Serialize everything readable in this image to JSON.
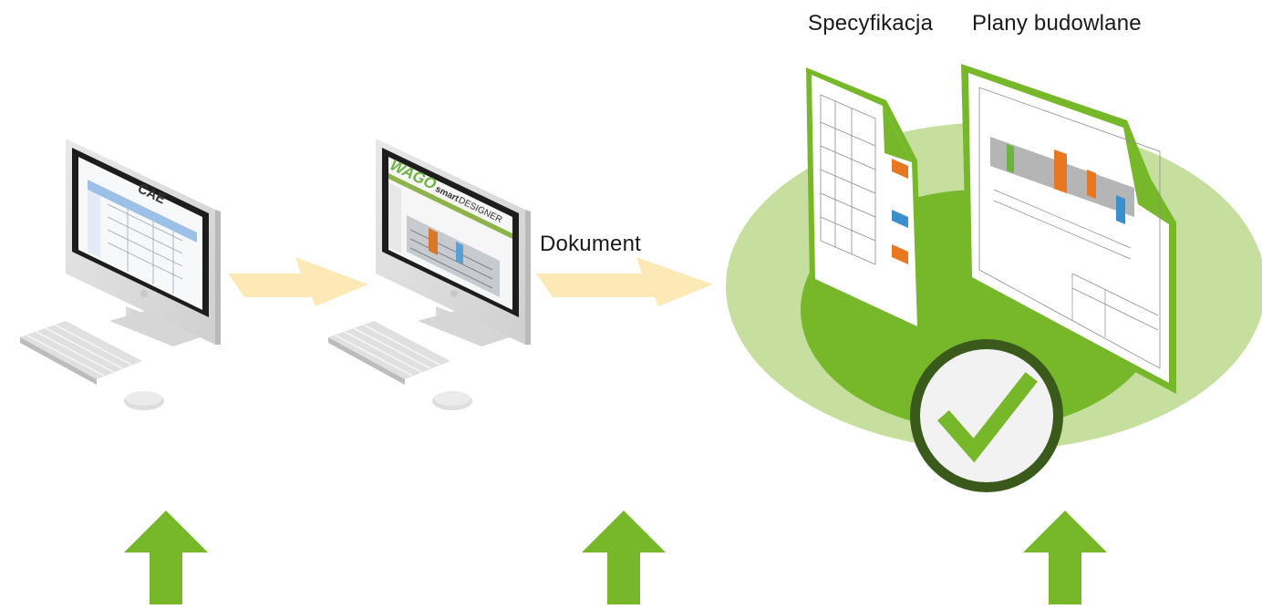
{
  "labels": {
    "specification": "Specyfikacja",
    "construction_plans": "Plany budowlane",
    "document": "Dokument"
  },
  "screens": {
    "cae_title": "CAE",
    "wago_logo": "WAGO",
    "wago_smart": "smart",
    "wago_designer": "DESIGNER"
  },
  "icons": {
    "arrow_right": "arrow-right-icon",
    "arrow_up": "arrow-up-icon",
    "check": "checkmark-icon"
  },
  "colors": {
    "green": "#76b82a",
    "light_green": "#c6df9f",
    "dark_green": "#3a5a1c",
    "pale_arrow": "#fde9b6"
  }
}
